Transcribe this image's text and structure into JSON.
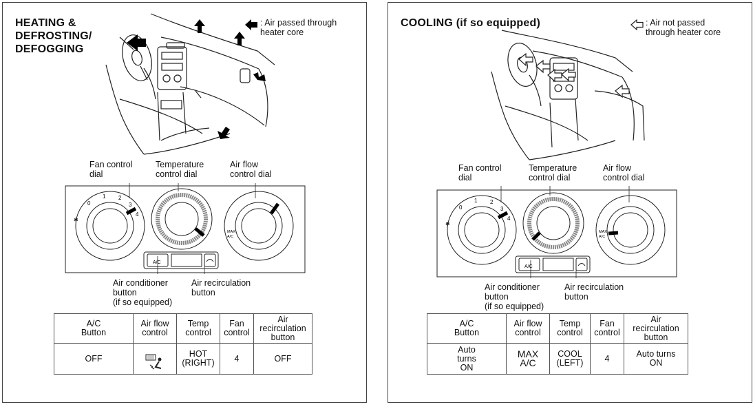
{
  "heating": {
    "title": "HEATING &\nDEFROSTING/\nDEFOGGING",
    "legend_text": ": Air passed through\nheater core",
    "legend_icon": "solid-black-arrow-icon",
    "labels": {
      "fan": "Fan control\ndial",
      "temp": "Temperature\ncontrol dial",
      "airflow": "Air flow\ncontrol dial",
      "ac": "Air conditioner\nbutton\n(if so equipped)",
      "recirc": "Air recirculation\nbutton"
    },
    "panel": {
      "fan_numbers": [
        "0",
        "1",
        "2",
        "3",
        "4"
      ],
      "ac_button": "A/C",
      "max_ac": "MAX\nA/C"
    },
    "table": {
      "headers": [
        "A/C\nButton",
        "Air flow\ncontrol",
        "Temp\ncontrol",
        "Fan\ncontrol",
        "Air\nrecirculation\nbutton"
      ],
      "values": [
        "OFF",
        "",
        "HOT\n(RIGHT)",
        "4",
        "OFF"
      ],
      "airflow_icon": "floor-and-defrost-icon"
    }
  },
  "cooling": {
    "title": "COOLING (if so equipped)",
    "legend_text": ": Air not passed\nthrough heater core",
    "legend_icon": "outlined-arrow-icon",
    "labels": {
      "fan": "Fan control\ndial",
      "temp": "Temperature\ncontrol dial",
      "airflow": "Air flow\ncontrol dial",
      "ac": "Air conditioner\nbutton\n(if so equipped)",
      "recirc": "Air recirculation\nbutton"
    },
    "panel": {
      "fan_numbers": [
        "0",
        "1",
        "2",
        "3",
        "4"
      ],
      "ac_button": "A/C",
      "max_ac": "MAX\nA/C"
    },
    "table": {
      "headers": [
        "A/C\nButton",
        "Air flow\ncontrol",
        "Temp\ncontrol",
        "Fan\ncontrol",
        "Air\nrecirculation\nbutton"
      ],
      "values": [
        "Auto\nturns\nON",
        "MAX\nA/C",
        "COOL\n(LEFT)",
        "4",
        "Auto turns\nON"
      ]
    }
  }
}
